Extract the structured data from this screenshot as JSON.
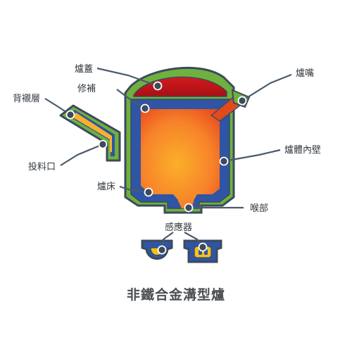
{
  "title": "非鐵合金溝型爐",
  "labels": {
    "lid": "爐蓋",
    "repair": "修補",
    "backing_layer": "背襯層",
    "charging_port": "投料口",
    "hearth": "爐床",
    "spout": "爐嘴",
    "inner_wall": "爐體內壁",
    "throat": "喉部",
    "inductor": "感應器"
  },
  "colors": {
    "outer_shell": "#6fb13f",
    "outline": "#3d4a5c",
    "lining": "#2f55a4",
    "lid_fill": "#c0141a",
    "melt_core": "#fbb02a",
    "melt_edge": "#e8481e",
    "inductor_fill": "#f6c21a"
  }
}
